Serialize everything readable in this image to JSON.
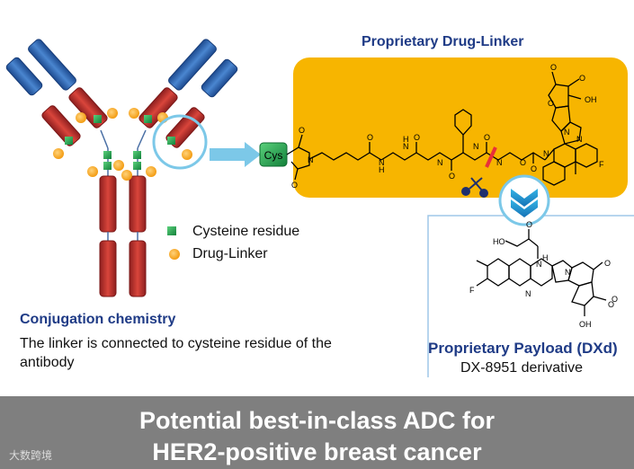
{
  "drug_linker_title": "Proprietary Drug-Linker",
  "cys_label": "Cys",
  "legend": {
    "cysteine": "Cysteine residue",
    "drug_linker": "Drug-Linker"
  },
  "conjugation": {
    "title": "Conjugation chemistry",
    "description": "The linker is connected to cysteine residue of the antibody"
  },
  "payload": {
    "title": "Proprietary Payload (DXd)",
    "subtitle": "DX-8951 derivative"
  },
  "structure_labels": {
    "F": "F",
    "N": "N",
    "O": "O",
    "OH": "OH",
    "HO": "HO",
    "H": "H"
  },
  "footer": {
    "line1": "Potential best-in-class ADC for",
    "line2": "HER2-positive breast cancer"
  },
  "watermark": "大数跨境",
  "colors": {
    "heavy_chain": "#c0392b",
    "light_chain": "#2e64b0",
    "cysteine": "#1aa34a",
    "drug_linker": "#f5a623",
    "linker_box": "#f7b500",
    "title_blue": "#1f3b86",
    "footer": "#7f7f7f"
  }
}
